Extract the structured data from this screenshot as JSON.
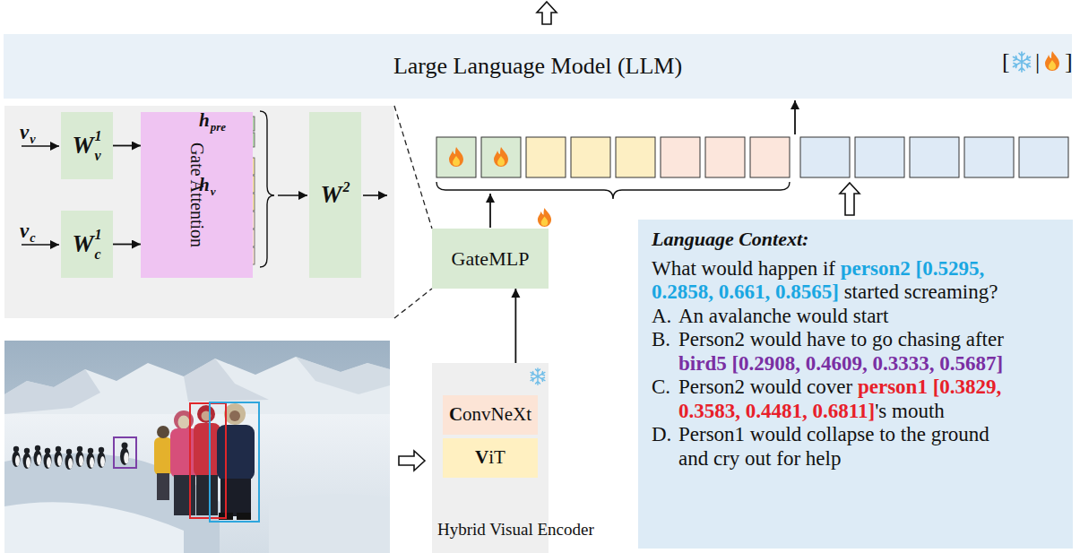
{
  "diagram": {
    "nodes": [
      {
        "text": [
          "Large Language Model (LLM)"
        ]
      },
      {
        "text": [
          "W",
          "v",
          "1"
        ]
      },
      {
        "text": [
          "W",
          "c",
          "1"
        ]
      },
      {
        "text": [
          "Gate Attention"
        ]
      },
      {
        "text": [
          "W",
          "2"
        ]
      },
      {
        "text": [
          "GateMLP"
        ]
      },
      {
        "text": [
          "Hybrid Visual Encoder"
        ]
      },
      {
        "text": [
          "ConvNeXt"
        ],
        "in": 6
      },
      {
        "text": [
          "ViT"
        ],
        "in": 6
      },
      {
        "text": [
          "Language Context:",
          "What would happen if",
          "person2 [0.5295, 0.2858, 0.661, 0.8565]",
          "started screaming?",
          "A.",
          "An avalanche would start",
          "B.",
          "Person2 would have to go chasing after",
          "bird5 [0.2908, 0.4609, 0.3333, 0.5687]",
          "C.",
          "Person2 would cover",
          "person1 [0.3829, 0.3583, 0.4481, 0.6811]",
          "'s mouth",
          "D.",
          "Person1 would collapse to the ground and cry out for help"
        ]
      }
    ],
    "edges": [
      {
        "from": 1,
        "to": 3,
        "arrow": "to"
      },
      {
        "from": 2,
        "to": 3,
        "arrow": "to"
      },
      {
        "from": 6,
        "to": 5,
        "arrow": "to"
      }
    ],
    "labels": [
      "v",
      "v",
      "v",
      "c",
      "h",
      "pre",
      "h",
      "v",
      "[",
      "|",
      "]"
    ]
  }
}
